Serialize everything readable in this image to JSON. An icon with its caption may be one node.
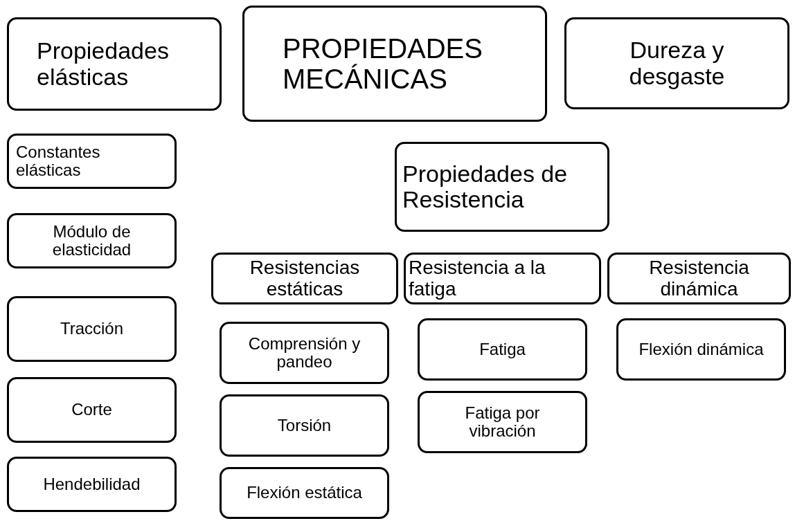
{
  "diagram": {
    "nodes": [
      {
        "text": [
          "Propiedades elásticas"
        ]
      },
      {
        "text": [
          "PROPIEDADES MECÁNICAS"
        ]
      },
      {
        "text": [
          "Dureza y desgaste"
        ]
      },
      {
        "text": [
          "Constantes elásticas"
        ]
      },
      {
        "text": [
          "Propiedades de Resistencia"
        ]
      },
      {
        "text": [
          "Módulo de elasticidad"
        ]
      },
      {
        "text": [
          "Resistencias estáticas"
        ]
      },
      {
        "text": [
          "Resistencia a la fatiga"
        ]
      },
      {
        "text": [
          "Resistencia dinámica"
        ]
      },
      {
        "text": [
          "Tracción"
        ]
      },
      {
        "text": [
          "Comprensión y pandeo"
        ]
      },
      {
        "text": [
          "Fatiga"
        ]
      },
      {
        "text": [
          "Flexión dinámica"
        ]
      },
      {
        "text": [
          "Corte"
        ]
      },
      {
        "text": [
          "Fatiga por vibración"
        ]
      },
      {
        "text": [
          "Torsión"
        ]
      },
      {
        "text": [
          "Hendebilidad"
        ]
      },
      {
        "text": [
          "Flexión estática"
        ]
      }
    ]
  }
}
